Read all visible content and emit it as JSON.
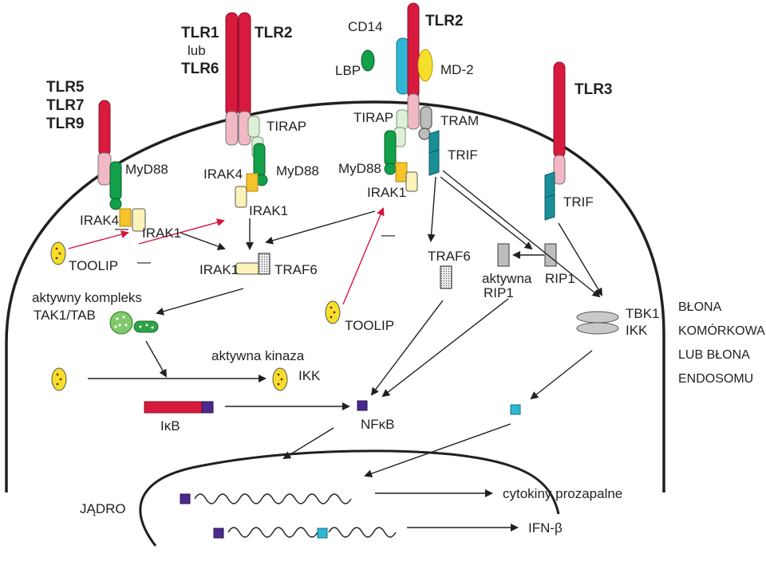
{
  "labels": {
    "tlr5": "TLR5",
    "tlr7": "TLR7",
    "tlr9": "TLR9",
    "tlr1": "TLR1",
    "lub": "lub",
    "tlr6": "TLR6",
    "tlr2_a": "TLR2",
    "cd14": "CD14",
    "tlr2_b": "TLR2",
    "lbp": "LBP",
    "md2": "MD-2",
    "tlr3": "TLR3",
    "tirap_a": "TIRAP",
    "tirap_b": "TIRAP",
    "tram": "TRAM",
    "trif_a": "TRIF",
    "trif_b": "TRIF",
    "myd88_a": "MyD88",
    "myd88_b": "MyD88",
    "myd88_c": "MyD88",
    "irak4_a": "IRAK4",
    "irak4_b": "IRAK4",
    "irak1_a": "IRAK1",
    "irak1_b": "IRAK1",
    "irak1_c": "IRAK1",
    "irak1_d": "IRAK1",
    "traf6_a": "TRAF6",
    "traf6_b": "TRAF6",
    "toolip_a": "TOOLIP",
    "toolip_b": "TOOLIP",
    "minus_a": "—",
    "minus_b": "—",
    "minus_c": "—",
    "tak_line1": "aktywny kompleks",
    "tak_line2": "TAK1/TAB",
    "ikk_kinase_line1": "aktywna kinaza",
    "ikk_kinase_line2": "IKK",
    "ikb": "IκB",
    "nfkb": "NFκB",
    "rip1_active_line1": "aktywna",
    "rip1_active_line2": "RIP1",
    "rip1": "RIP1",
    "tbk1": "TBK1",
    "ikk": "IKK",
    "membrane_line1": "BŁONA",
    "membrane_line2": "KOMÓRKOWA",
    "membrane_line3": "LUB BŁONA",
    "membrane_line4": "ENDOSOMU",
    "nucleus": "JĄDRO",
    "cytokines": "cytokiny prozapalne",
    "ifn": "IFN-β"
  },
  "colors": {
    "receptor": "#d71a3d",
    "tir_domain": "#f2b8c6",
    "myd88": "#12a04a",
    "irak4": "#f6c32a",
    "irak1": "#fbf3b8",
    "trif": "#1a8f98",
    "cd14": "#2fb8d6",
    "md2": "#f6df2a",
    "nfkb": "#4b2a8c",
    "irf": "#2fb8d6",
    "inhibitor": "#d71a3d"
  }
}
